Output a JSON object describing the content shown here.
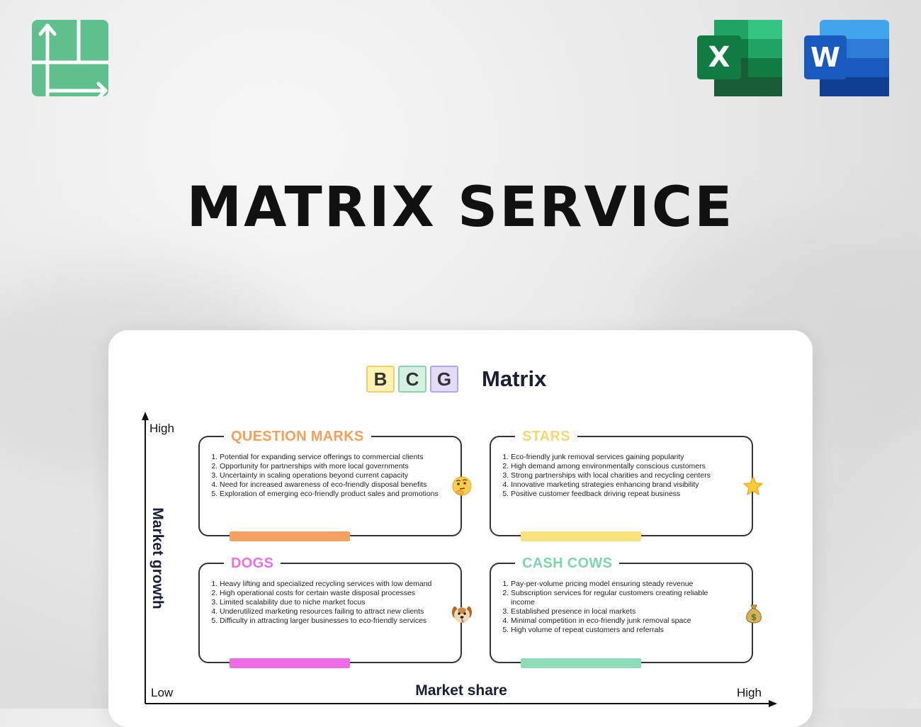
{
  "headline": "MATRIX SERVICE",
  "apps": {
    "excel_letter": "X",
    "word_letter": "W"
  },
  "matrix_title": {
    "letters": [
      "B",
      "C",
      "G"
    ],
    "word": "Matrix"
  },
  "axes": {
    "y_title": "Market growth",
    "x_title": "Market share",
    "y_high": "High",
    "x_low": "Low",
    "x_high": "High"
  },
  "quadrants": [
    {
      "title": "QUESTION MARKS",
      "color": "#f5a05a",
      "bar_color": "#f4a261",
      "icon": "thinking-face-icon",
      "items": [
        "Potential for expanding service offerings to commercial clients",
        "Opportunity for partnerships with more local governments",
        "Uncertainty in scaling operations beyond current capacity",
        "Need for increased awareness of eco-friendly disposal benefits",
        "Exploration of emerging eco-friendly product sales and promotions"
      ]
    },
    {
      "title": "STARS",
      "color": "#f7d774",
      "bar_color": "#f9e27d",
      "icon": "star-icon",
      "items": [
        "Eco-friendly junk removal services gaining popularity",
        "High demand among environmentally conscious customers",
        "Strong partnerships with local charities and recycling centers",
        "Innovative marketing strategies enhancing brand visibility",
        "Positive customer feedback driving repeat business"
      ]
    },
    {
      "title": "DOGS",
      "color": "#ee6de0",
      "bar_color": "#f06ce6",
      "icon": "dog-face-icon",
      "items": [
        "Heavy lifting and specialized recycling services with low demand",
        "High operational costs for certain waste disposal processes",
        "Limited scalability due to niche market focus",
        "Underutilized marketing resources failing to attract new clients",
        "Difficulty in attracting larger businesses to eco-friendly services"
      ]
    },
    {
      "title": "CASH COWS",
      "color": "#7fd4ac",
      "bar_color": "#8fdcb8",
      "icon": "money-bag-icon",
      "items": [
        "Pay-per-volume pricing model ensuring steady revenue",
        "Subscription services for regular customers creating reliable income",
        "Established presence in local markets",
        "Minimal competition in eco-friendly junk removal space",
        "High volume of repeat customers and referrals"
      ]
    }
  ],
  "colors": {
    "logo_green": "#5fc08d",
    "excel_green": "#1d6f42",
    "word_blue": "#185abd",
    "box_b": "#fff2b3",
    "box_c": "#d4f0e0",
    "box_g": "#e2dcf7"
  }
}
